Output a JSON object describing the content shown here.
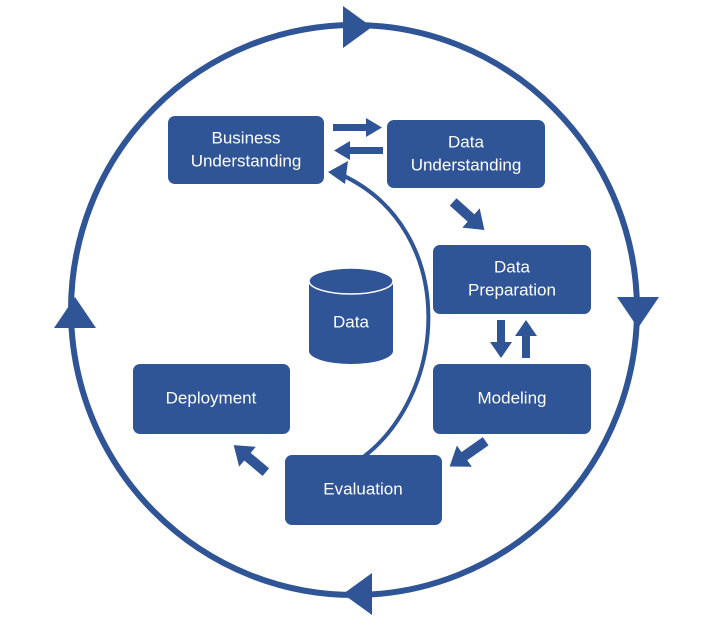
{
  "diagram": {
    "nodes": {
      "business_understanding": {
        "line1": "Business",
        "line2": "Understanding"
      },
      "data_understanding": {
        "line1": "Data",
        "line2": "Understanding"
      },
      "data_preparation": {
        "line1": "Data",
        "line2": "Preparation"
      },
      "modeling": {
        "label": "Modeling"
      },
      "evaluation": {
        "label": "Evaluation"
      },
      "deployment": {
        "label": "Deployment"
      },
      "data_store": {
        "label": "Data"
      }
    },
    "colors": {
      "primary": "#2f5597",
      "text": "#ffffff",
      "background": "#ffffff"
    },
    "edges": [
      {
        "from": "Business Understanding",
        "to": "Data Understanding"
      },
      {
        "from": "Data Understanding",
        "to": "Business Understanding"
      },
      {
        "from": "Data Understanding",
        "to": "Data Preparation"
      },
      {
        "from": "Data Preparation",
        "to": "Modeling"
      },
      {
        "from": "Modeling",
        "to": "Data Preparation"
      },
      {
        "from": "Modeling",
        "to": "Evaluation"
      },
      {
        "from": "Evaluation",
        "to": "Deployment"
      },
      {
        "from": "Evaluation",
        "to": "Business Understanding"
      }
    ]
  }
}
